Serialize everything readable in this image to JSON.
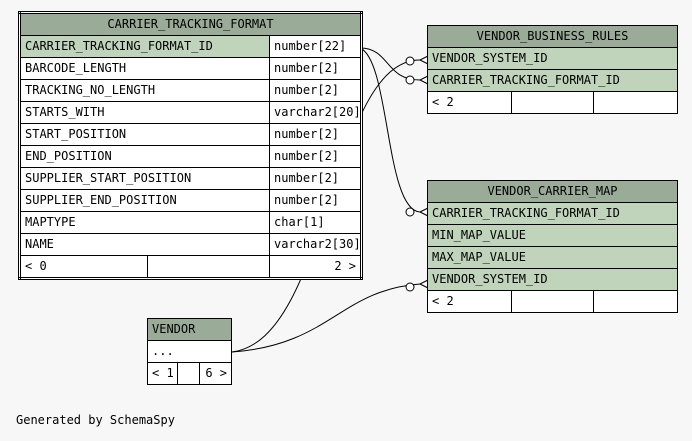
{
  "tables": {
    "carrier_tracking_format": {
      "name": "CARRIER_TRACKING_FORMAT",
      "columns": [
        {
          "name": "CARRIER_TRACKING_FORMAT_ID",
          "type": "number[22]"
        },
        {
          "name": "BARCODE_LENGTH",
          "type": "number[2]"
        },
        {
          "name": "TRACKING_NO_LENGTH",
          "type": "number[2]"
        },
        {
          "name": "STARTS_WITH",
          "type": "varchar2[20]"
        },
        {
          "name": "START_POSITION",
          "type": "number[2]"
        },
        {
          "name": "END_POSITION",
          "type": "number[2]"
        },
        {
          "name": "SUPPLIER_START_POSITION",
          "type": "number[2]"
        },
        {
          "name": "SUPPLIER_END_POSITION",
          "type": "number[2]"
        },
        {
          "name": "MAPTYPE",
          "type": "char[1]"
        },
        {
          "name": "NAME",
          "type": "varchar2[30]"
        }
      ],
      "parents": "< 0",
      "children": "2 >"
    },
    "vendor_business_rules": {
      "name": "VENDOR_BUSINESS_RULES",
      "columns": [
        "VENDOR_SYSTEM_ID",
        "CARRIER_TRACKING_FORMAT_ID"
      ],
      "parents": "< 2"
    },
    "vendor_carrier_map": {
      "name": "VENDOR_CARRIER_MAP",
      "columns": [
        "CARRIER_TRACKING_FORMAT_ID",
        "MIN_MAP_VALUE",
        "MAX_MAP_VALUE",
        "VENDOR_SYSTEM_ID"
      ],
      "parents": "< 2"
    },
    "vendor": {
      "name": "VENDOR",
      "ellipsis": "...",
      "parents": "< 1",
      "children": "6 >"
    }
  },
  "footer": "Generated by SchemaSpy"
}
